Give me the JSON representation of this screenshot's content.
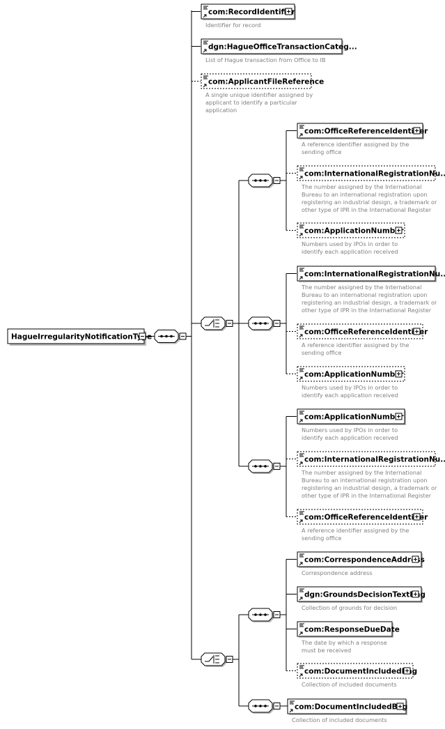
{
  "root": {
    "label": "HagueIrregularityNotificationType"
  },
  "top_elements": [
    {
      "id": "t1",
      "label": "com:RecordIdentifier",
      "doc": [
        "Identifier for record"
      ],
      "optional": false,
      "expandable": true
    },
    {
      "id": "t2",
      "label": "dgn:HagueOfficeTransactionCateg...",
      "doc": [
        "List of Hague transaction from Office to IB"
      ],
      "optional": false,
      "expandable": false
    },
    {
      "id": "t3",
      "label": "com:ApplicantFileReference",
      "doc": [
        "A single unique identifier assigned by",
        "applicant to identify a particular",
        "application"
      ],
      "optional": true,
      "expandable": false
    }
  ],
  "choice_group_1": {
    "sequences": [
      {
        "id": "s1",
        "elements": [
          {
            "id": "s1e1",
            "label": "com:OfficeReferenceIdentifier",
            "doc": [
              "A reference identifier assigned by the",
              "sending office"
            ],
            "optional": false,
            "expandable": true
          },
          {
            "id": "s1e2",
            "label": "com:InternationalRegistrationNu...",
            "doc": [
              "The number assigned by the International",
              "Bureau to an international registration upon",
              "registering an industrial design, a trademark or",
              "other type of IPR in the International Register"
            ],
            "optional": true,
            "expandable": false
          },
          {
            "id": "s1e3",
            "label": "com:ApplicationNumber",
            "doc": [
              "Numbers used by IPOs in order to",
              "identify each application received"
            ],
            "optional": true,
            "expandable": true
          }
        ]
      },
      {
        "id": "s2",
        "elements": [
          {
            "id": "s2e1",
            "label": "com:InternationalRegistrationNu...",
            "doc": [
              "The number assigned by the International",
              "Bureau to an international registration upon",
              "registering an industrial design, a trademark or",
              "other type of IPR in the International Register"
            ],
            "optional": false,
            "expandable": false
          },
          {
            "id": "s2e2",
            "label": "com:OfficeReferenceIdentifier",
            "doc": [
              "A reference identifier assigned by the",
              "sending office"
            ],
            "optional": true,
            "expandable": true
          },
          {
            "id": "s2e3",
            "label": "com:ApplicationNumber",
            "doc": [
              "Numbers used by IPOs in order to",
              "identify each application received"
            ],
            "optional": true,
            "expandable": true
          }
        ]
      },
      {
        "id": "s3",
        "elements": [
          {
            "id": "s3e1",
            "label": "com:ApplicationNumber",
            "doc": [
              "Numbers used by IPOs in order to",
              "identify each application received"
            ],
            "optional": false,
            "expandable": true
          },
          {
            "id": "s3e2",
            "label": "com:InternationalRegistrationNu...",
            "doc": [
              "The number assigned by the International",
              "Bureau to an international registration upon",
              "registering an industrial design, a trademark or",
              "other type of IPR in the International Register"
            ],
            "optional": true,
            "expandable": false
          },
          {
            "id": "s3e3",
            "label": "com:OfficeReferenceIdentifier",
            "doc": [
              "A reference identifier assigned by the",
              "sending office"
            ],
            "optional": true,
            "expandable": true
          }
        ]
      }
    ]
  },
  "choice_group_2": {
    "sequences": [
      {
        "id": "s4",
        "elements": [
          {
            "id": "s4e1",
            "label": "com:CorrespondenceAddress",
            "doc": [
              "Correspondence address"
            ],
            "optional": false,
            "expandable": true
          },
          {
            "id": "s4e2",
            "label": "dgn:GroundsDecisionTextBag",
            "doc": [
              "Collection of grounds for decision"
            ],
            "optional": false,
            "expandable": true
          },
          {
            "id": "s4e3",
            "label": "com:ResponseDueDate",
            "doc": [
              "The date by which a response",
              "must be received"
            ],
            "optional": false,
            "expandable": false
          },
          {
            "id": "s4e4",
            "label": "com:DocumentIncludedBag",
            "doc": [
              "Collection of included documents"
            ],
            "optional": true,
            "expandable": true
          }
        ]
      },
      {
        "id": "s5",
        "elements": [
          {
            "id": "s5e1",
            "label": "com:DocumentIncludedBag",
            "doc": [
              "Collection of included documents"
            ],
            "optional": false,
            "expandable": true
          }
        ]
      }
    ]
  },
  "colors": {
    "line": "#000000",
    "doc": "#808080",
    "box_fill": "#ffffff",
    "shadow": "#b8b8b8"
  }
}
